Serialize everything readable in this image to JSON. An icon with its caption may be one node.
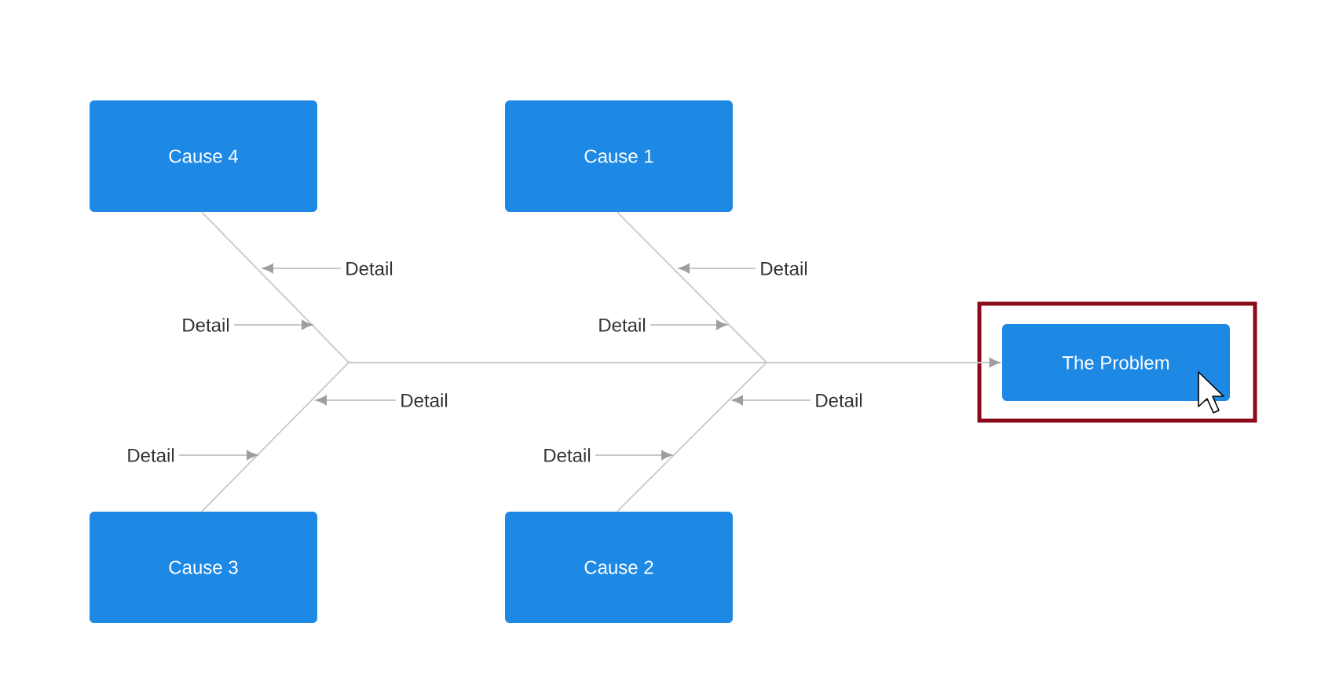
{
  "diagram": {
    "nodes": [
      {
        "text": [
          "Cause 4"
        ]
      },
      {
        "text": [
          "Cause 1"
        ]
      },
      {
        "text": [
          "Detail"
        ]
      },
      {
        "text": [
          "Detail"
        ]
      },
      {
        "text": [
          "Detail"
        ]
      },
      {
        "text": [
          "Detail"
        ]
      },
      {
        "text": [
          "The Problem"
        ]
      },
      {
        "text": [
          "Detail"
        ]
      },
      {
        "text": [
          "Detail"
        ]
      },
      {
        "text": [
          "Detail"
        ]
      },
      {
        "text": [
          "Detail"
        ]
      },
      {
        "text": [
          "Cause 3"
        ]
      },
      {
        "text": [
          "Cause 2"
        ]
      }
    ],
    "edges": [
      {
        "from": null,
        "to": 6,
        "arrow": "to"
      },
      {
        "from": 0,
        "to": null,
        "arrow": "none"
      },
      {
        "from": 11,
        "to": null,
        "arrow": "none"
      },
      {
        "from": 1,
        "to": null,
        "arrow": "none"
      },
      {
        "from": 12,
        "to": null,
        "arrow": "none"
      },
      {
        "from": 2,
        "to": null,
        "arrow": "to"
      },
      {
        "from": 3,
        "to": null,
        "arrow": "to"
      },
      {
        "from": 4,
        "to": null,
        "arrow": "to"
      },
      {
        "from": 5,
        "to": null,
        "arrow": "to"
      },
      {
        "from": 7,
        "to": null,
        "arrow": "to"
      },
      {
        "from": 8,
        "to": null,
        "arrow": "to"
      },
      {
        "from": 9,
        "to": null,
        "arrow": "to"
      },
      {
        "from": 10,
        "to": null,
        "arrow": "to"
      }
    ]
  }
}
